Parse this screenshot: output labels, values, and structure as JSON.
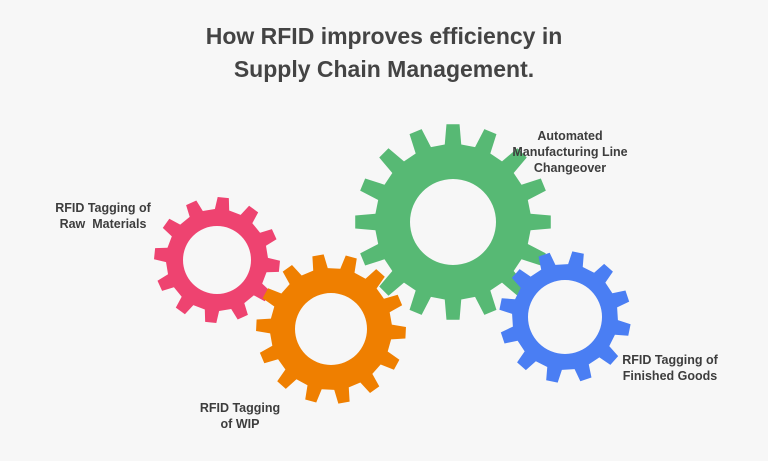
{
  "title": {
    "line1": "How RFID improves efficiency in",
    "line2": "Supply Chain Management."
  },
  "gears": [
    {
      "id": "raw-materials",
      "label": "RFID Tagging of\nRaw  Materials",
      "color": "#ee4370",
      "icon": "gear-icon"
    },
    {
      "id": "wip",
      "label": "RFID Tagging\nof WIP",
      "color": "#ef7f00",
      "icon": "gear-icon"
    },
    {
      "id": "changeover",
      "label": "Automated\nManufacturing Line\nChangeover",
      "color": "#57b974",
      "icon": "gear-icon"
    },
    {
      "id": "finished-goods",
      "label": "RFID Tagging of\nFinished Goods",
      "color": "#4a7ef3",
      "icon": "gear-icon"
    }
  ]
}
